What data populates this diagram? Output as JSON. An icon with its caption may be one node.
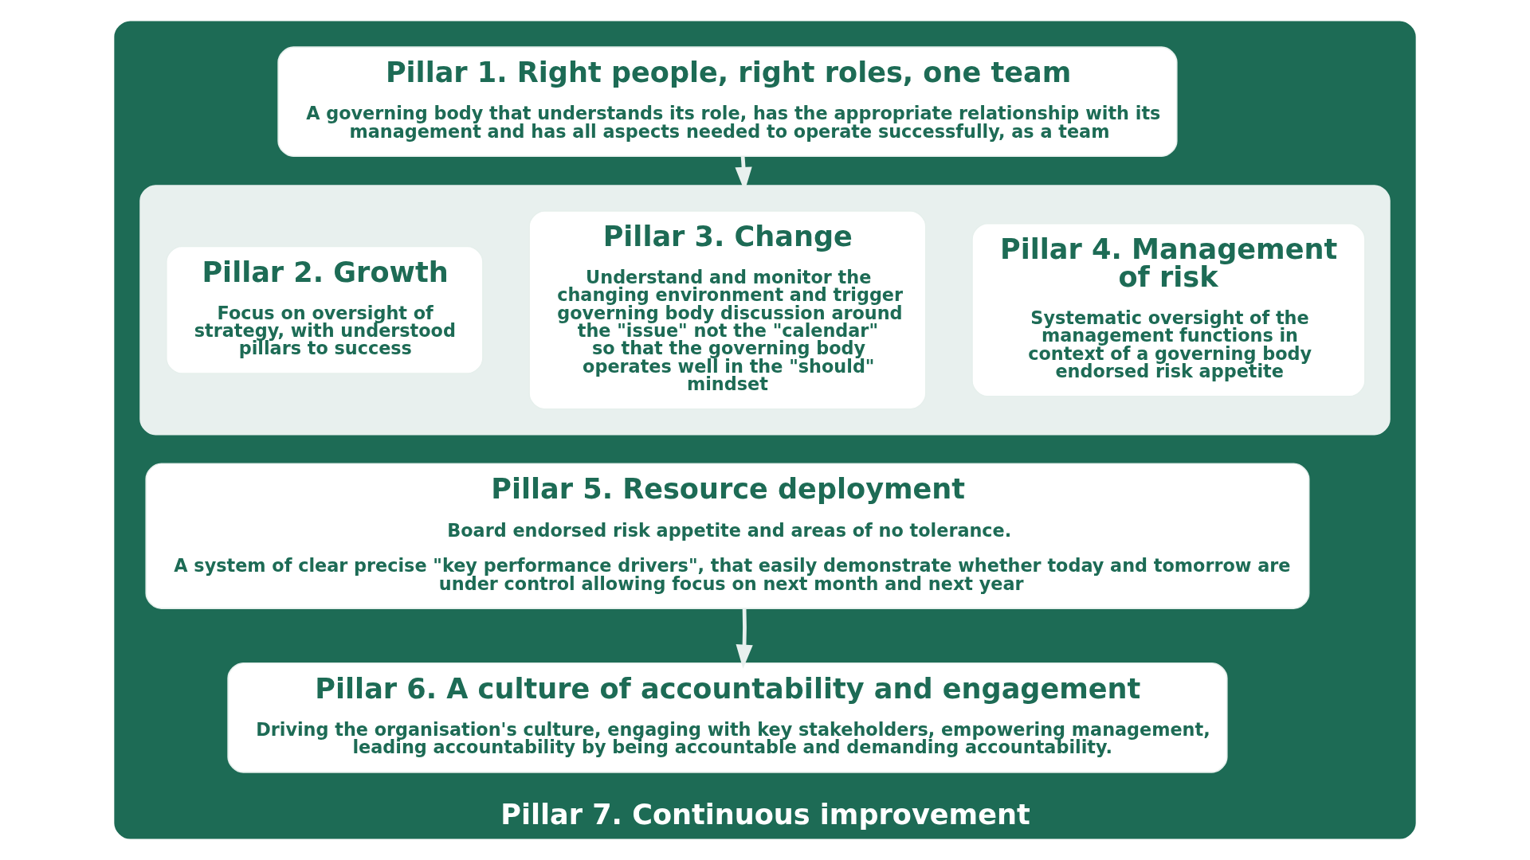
{
  "diagram": {
    "nodes": [
      {
        "text": [
          "Pillar 7. Continuous improvement"
        ]
      },
      {
        "text": [
          "Pillar 1. Right people, right roles, one team",
          "A governing body that understands its role, has the appropriate relationship with its management and has all aspects needed to operate successfully, as a team"
        ],
        "in": 0
      },
      {
        "text": [],
        "shape": "box",
        "in": 0
      },
      {
        "text": [
          "Pillar 2. Growth",
          "Focus on oversight of strategy, with understood pillars to success"
        ],
        "in": 2
      },
      {
        "text": [
          "Pillar 3. Change",
          "Understand and monitor the changing environment and trigger governing body discussion around the \"issue\" not the \"calendar\" so that the governing body operates well in the \"should\" mindset"
        ],
        "in": 2
      },
      {
        "text": [
          "Pillar 4. Management of risk",
          "Systematic oversight of the management functions in context of a governing body endorsed risk appetite"
        ],
        "in": 2
      },
      {
        "text": [
          "Pillar 5. Resource deployment",
          "Board endorsed risk appetite and areas of no tolerance.",
          "A system of clear precise \"key performance drivers\", that easily demonstrate whether today and tomorrow are under control allowing focus on next month and next year"
        ],
        "in": 0
      },
      {
        "text": [
          "Pillar 6. A culture of accountability and engagement",
          "Driving the organisation's culture, engaging with key stakeholders, empowering management, leading accountability by being accountable and demanding accountability."
        ],
        "in": 0
      }
    ],
    "edges": [
      {
        "from": 1,
        "to": 2,
        "arrow": "to"
      },
      {
        "from": 6,
        "to": 7,
        "arrow": "to"
      }
    ]
  }
}
